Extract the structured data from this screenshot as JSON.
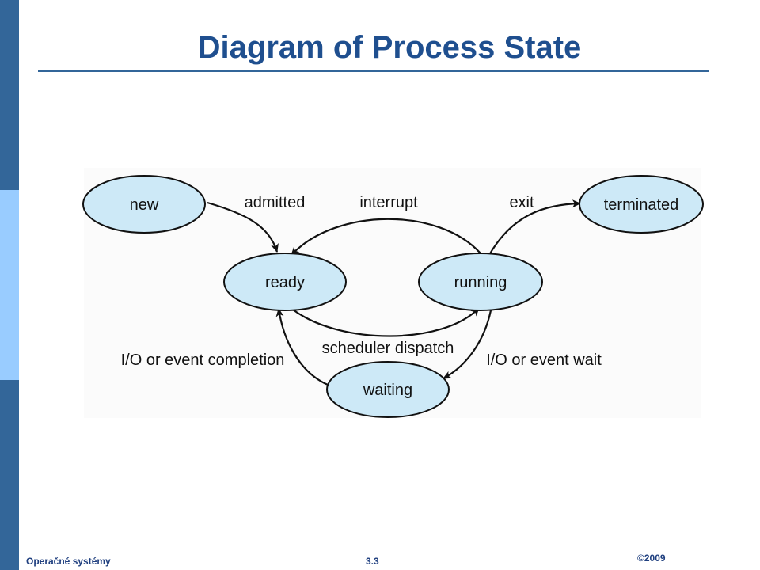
{
  "title": "Diagram of Process State",
  "diagram": {
    "states": {
      "new": "new",
      "ready": "ready",
      "running": "running",
      "waiting": "waiting",
      "terminated": "terminated"
    },
    "transitions": {
      "admitted": "admitted",
      "interrupt": "interrupt",
      "exit": "exit",
      "scheduler_dispatch": "scheduler dispatch",
      "io_event_completion": "I/O or event completion",
      "io_event_wait": "I/O or event wait"
    }
  },
  "footer": {
    "course": "Operačné systémy",
    "page": "3.3",
    "copyright": "©2009"
  },
  "colors": {
    "state_fill": "#cde9f7",
    "title": "#1f4f8f",
    "sidebar_dark": "#336699",
    "sidebar_light": "#99ccff"
  }
}
